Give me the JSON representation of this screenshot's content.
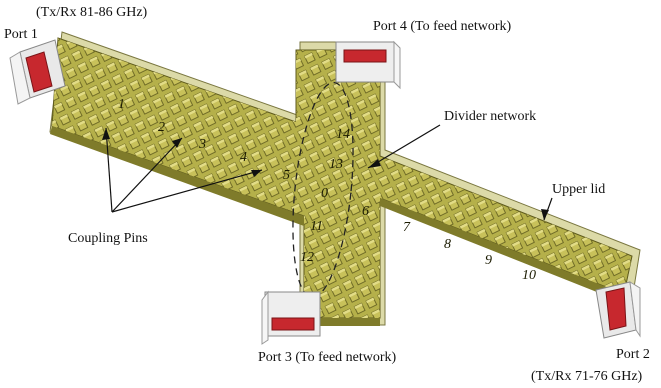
{
  "labels": {
    "port1": "Port 1",
    "port1_band": "(Tx/Rx 81-86 GHz)",
    "port2": "Port 2",
    "port2_band": "(Tx/Rx 71-76 GHz)",
    "port3": "Port 3 (To feed network)",
    "port4": "Port 4 (To feed network)",
    "divider": "Divider network",
    "upper_lid": "Upper lid",
    "coupling_pins": "Coupling Pins"
  },
  "pin_numbers": [
    "0",
    "1",
    "2",
    "3",
    "4",
    "5",
    "6",
    "7",
    "8",
    "9",
    "10",
    "11",
    "12",
    "13",
    "14"
  ],
  "colors": {
    "lid": "#d8d6a0",
    "body": "#b7b24a",
    "body_dark": "#8d8a2f",
    "pin": "#c4bd55",
    "pin_edge": "#5e5a1c",
    "port_flange": "#c7282e"
  }
}
